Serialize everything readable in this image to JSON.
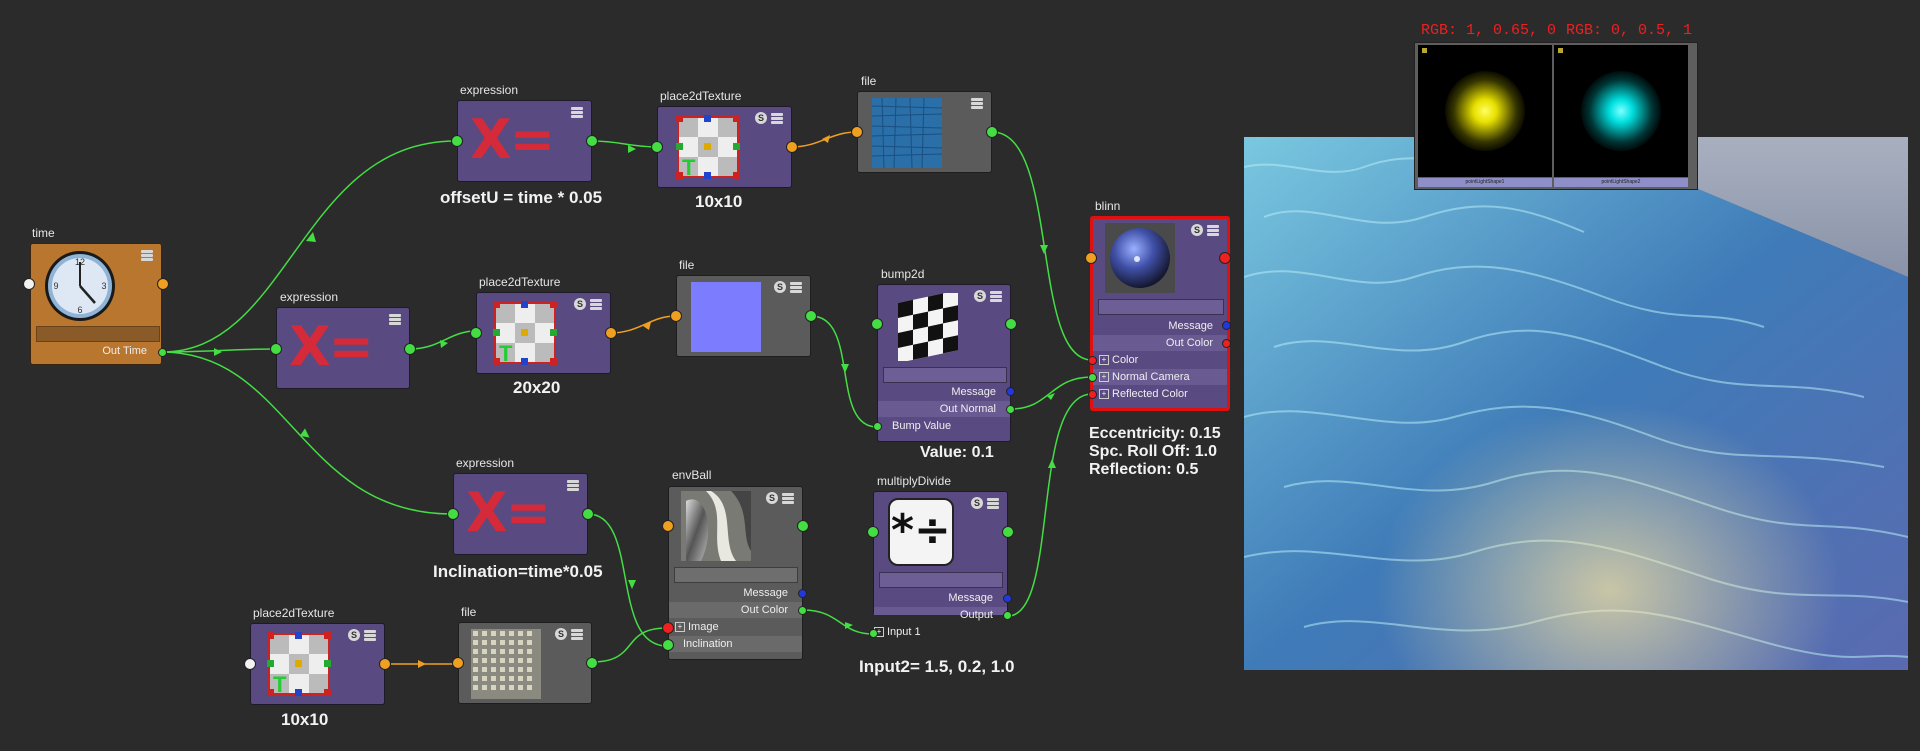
{
  "colors": {
    "wire_green": "#44dd44",
    "wire_orange": "#f0a020",
    "selected_border": "#e01010",
    "rgb_label": "#ee2020"
  },
  "nodes": {
    "time": {
      "title": "time",
      "out_label": "Out Time"
    },
    "expr1": {
      "title": "expression",
      "caption": "offsetU = time * 0.05",
      "symbol": "X="
    },
    "expr2": {
      "title": "expression",
      "symbol": "X="
    },
    "expr3": {
      "title": "expression",
      "caption": "Inclination=time*0.05",
      "symbol": "X="
    },
    "place1": {
      "title": "place2dTexture",
      "caption": "10x10"
    },
    "place2": {
      "title": "place2dTexture",
      "caption": "20x20"
    },
    "place3": {
      "title": "place2dTexture",
      "caption": "10x10"
    },
    "file1": {
      "title": "file"
    },
    "file2": {
      "title": "file"
    },
    "file3": {
      "title": "file"
    },
    "bump": {
      "title": "bump2d",
      "attrs": [
        "Message",
        "Out Normal",
        "Bump Value"
      ],
      "caption": "Value: 0.1"
    },
    "envball": {
      "title": "envBall",
      "attrs": [
        "Message",
        "Out Color",
        "Image",
        "Inclination"
      ]
    },
    "multiply": {
      "title": "multiplyDivide",
      "attrs": [
        "Message",
        "Output",
        "Input 1"
      ],
      "caption": "Input2= 1.5, 0.2, 1.0"
    },
    "blinn": {
      "title": "blinn",
      "attrs": [
        "Message",
        "Out Color",
        "Color",
        "Normal Camera",
        "Reflected Color"
      ],
      "captions": [
        "Eccentricity: 0.15",
        "Spc. Roll Off: 1.0",
        "Reflection: 0.5"
      ]
    }
  },
  "lights": [
    {
      "label": "RGB: 1, 0.65, 0",
      "glow": "#ffff30",
      "name": "pointLightShape1"
    },
    {
      "label": "RGB: 0, 0.5, 1",
      "glow": "#30f0f0",
      "name": "pointLightShape2"
    }
  ]
}
